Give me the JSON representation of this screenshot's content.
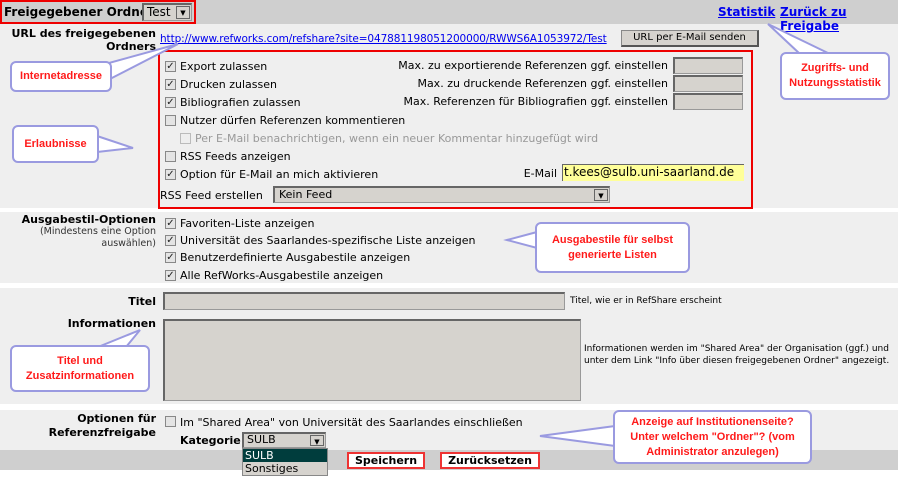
{
  "header": {
    "folder_label": "Freigegebener Ordner",
    "folder_value": "Test",
    "statistik": "Statistik",
    "back": "Zurück zu Freigabe"
  },
  "url": {
    "label1": "URL des freigegebenen",
    "label2": "Ordners",
    "link": "http://www.refworks.com/refshare?site=047881198051200000/RWWS6A1053972/Test",
    "send_button": "URL per E-Mail senden"
  },
  "permissions": {
    "items": [
      {
        "label": "Export zulassen",
        "checked": true
      },
      {
        "label": "Drucken zulassen",
        "checked": true
      },
      {
        "label": "Bibliografien zulassen",
        "checked": true
      },
      {
        "label": "Nutzer dürfen Referenzen kommentieren",
        "checked": false
      },
      {
        "label": "Per E-Mail benachrichtigen, wenn ein neuer Kommentar hinzugefügt wird",
        "checked": false,
        "disabled": true
      },
      {
        "label": "RSS Feeds anzeigen",
        "checked": false
      },
      {
        "label": "Option für E-Mail an mich aktivieren",
        "checked": true
      }
    ],
    "max_export": "Max. zu exportierende Referenzen ggf. einstellen",
    "max_print": "Max. zu druckende Referenzen ggf. einstellen",
    "max_bib": "Max. Referenzen für Bibliografien ggf. einstellen",
    "email_label": "E-Mail",
    "email_value": "t.kees@sulb.uni-saarland.de",
    "rss_label": "RSS Feed erstellen",
    "rss_value": "Kein Feed"
  },
  "styles": {
    "label": "Ausgabestil-Optionen",
    "sub": "(Mindestens eine Option auswählen)",
    "items": [
      {
        "label": "Favoriten-Liste anzeigen",
        "checked": true
      },
      {
        "label": "Universität des Saarlandes-spezifische Liste anzeigen",
        "checked": true
      },
      {
        "label": "Benutzerdefinierte Ausgabestile anzeigen",
        "checked": true
      },
      {
        "label": "Alle RefWorks-Ausgabestile anzeigen",
        "checked": true
      }
    ]
  },
  "info": {
    "title_label": "Titel",
    "title_value": "",
    "title_hint": "Titel, wie er in RefShare erscheint",
    "info_label": "Informationen",
    "info_value": "",
    "info_hint": "Informationen werden im \"Shared Area\" der Organisation (ggf.) und unter dem Link \"Info über diesen freigegebenen Ordner\" angezeigt."
  },
  "sharing": {
    "label1": "Optionen für",
    "label2": "Referenzfreigabe",
    "include": "Im \"Shared Area\" von Universität des Saarlandes einschließen",
    "include_checked": false,
    "category_label": "Kategorie",
    "category_value": "SULB",
    "options": [
      "SULB",
      "Sonstiges"
    ]
  },
  "buttons": {
    "save": "Speichern",
    "reset": "Zurücksetzen"
  },
  "callouts": {
    "internet": "Internetadresse",
    "perm": "Erlaubnisse",
    "stats": "Zugriffs- und Nutzungsstatistik",
    "styles": "Ausgabestile für selbst generierte Listen",
    "title": "Titel und Zusatzinformationen",
    "inst": "Anzeige auf Institutionenseite? Unter welchem \"Ordner\"? (vom Administrator anzulegen)"
  },
  "colors": {
    "accent": "#ff1a1a",
    "callout_border": "#9a9ae0",
    "email_bg": "#ffff99",
    "selected": "#003d3d"
  }
}
